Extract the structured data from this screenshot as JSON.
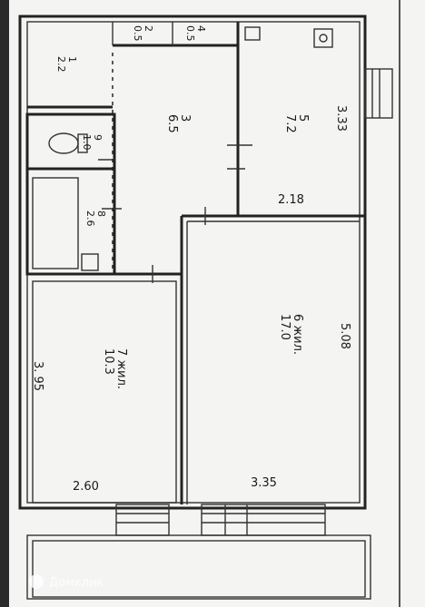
{
  "rooms": {
    "hall": {
      "number": "3",
      "area": "6.5"
    },
    "kitchen": {
      "number": "5",
      "area": "7.2"
    },
    "living_big": {
      "number": "6 жил.",
      "area": "17.0"
    },
    "living_small": {
      "number": "7 жил.",
      "area": "10.3"
    },
    "toilet": {
      "number": "9",
      "area": "1.0"
    },
    "bath": {
      "number": "8",
      "area": "2.6"
    },
    "entry": {
      "number": "1",
      "area": "2.2"
    },
    "closet_a": {
      "number": "2",
      "area": "0.5"
    },
    "closet_b": {
      "number": "4",
      "area": "0.5"
    }
  },
  "dimensions": {
    "kitchen_height": "3.33",
    "kitchen_width": "2.18",
    "big_room_height": "5.08",
    "big_room_width": "3.35",
    "small_room_height": "3. 95",
    "small_room_width": "2.60"
  },
  "watermark": {
    "text": "Домклик",
    "icon": "domclick-logo-icon"
  }
}
